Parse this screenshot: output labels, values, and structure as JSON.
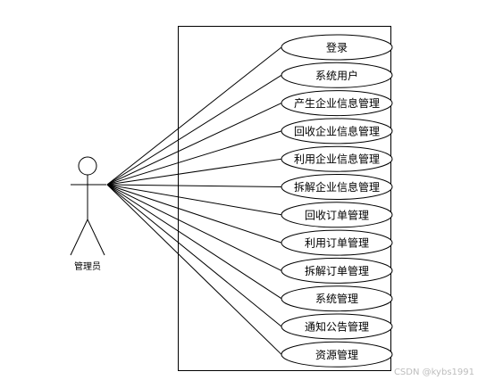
{
  "actor": {
    "label": "管理员"
  },
  "use_cases": [
    {
      "label": "登录"
    },
    {
      "label": "系统用户"
    },
    {
      "label": "产生企业信息管理"
    },
    {
      "label": "回收企业信息管理"
    },
    {
      "label": "利用企业信息管理"
    },
    {
      "label": "拆解企业信息管理"
    },
    {
      "label": "回收订单管理"
    },
    {
      "label": "利用订单管理"
    },
    {
      "label": "拆解订单管理"
    },
    {
      "label": "系统管理"
    },
    {
      "label": "通知公告管理"
    },
    {
      "label": "资源管理"
    }
  ],
  "watermark": "CSDN @kybs1991",
  "colors": {
    "stroke": "#000000",
    "background": "#ffffff",
    "watermark": "#bdbdbd"
  }
}
